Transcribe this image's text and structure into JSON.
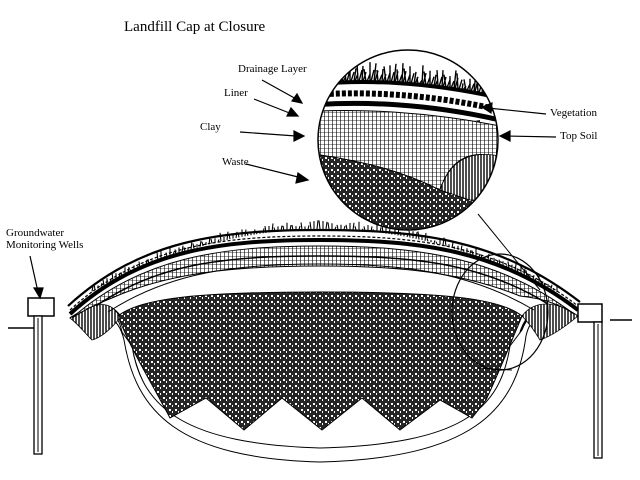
{
  "title": "Landfill Cap at Closure",
  "labels": {
    "drainage_layer": "Drainage Layer",
    "liner": "Liner",
    "clay": "Clay",
    "waste": "Waste",
    "vegetation": "Vegetation",
    "top_soil": "Top Soil",
    "groundwater_line1": "Groundwater",
    "groundwater_line2": "Monitoring Wells"
  },
  "colors": {
    "ink": "#000000",
    "background": "#ffffff"
  }
}
